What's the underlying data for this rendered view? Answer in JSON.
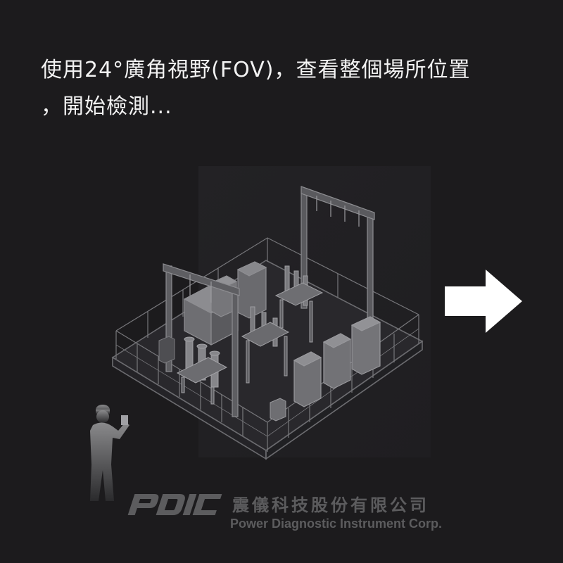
{
  "caption": {
    "text": "使用24°廣角視野(FOV)，查看整個場所位置\n，開始檢測..."
  },
  "scene": {
    "illustration_icon": "substation-isometric-illustration",
    "worker_icon": "worker-with-hardhat-holding-camera-icon",
    "next_icon": "right-arrow-icon"
  },
  "branding": {
    "logo_text": "PDIC",
    "company_name_cn": "震儀科技股份有限公司",
    "company_name_en": "Power Diagnostic Instrument Corp."
  },
  "colors": {
    "background": "#1c1b1d",
    "caption_text": "#f2f2f2",
    "arrow": "#ffffff",
    "watermark": "#5c5c5e"
  }
}
